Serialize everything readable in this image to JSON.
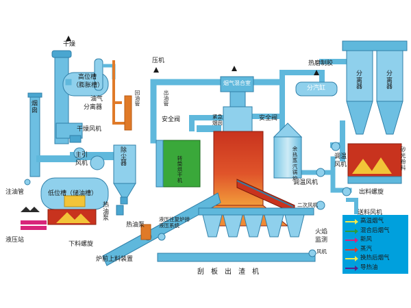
{
  "labels": {
    "dry_top": "干燥",
    "high_tank": "高位槽",
    "expansion_tank": "（膨胀槽）",
    "oil_gas_separator_a": "油气",
    "oil_gas_separator_b": "分离器",
    "dry_fan": "干燥风机",
    "chimney": "烟囱",
    "main_fan_a": "主引",
    "main_fan_b": "风机",
    "dust_collector": "除尘器",
    "low_tank": "低位槽（储油槽）",
    "oil_inlet_pipe": "注油管",
    "hydraulic_station": "液压站",
    "lower_screw": "下料螺旋",
    "hot_oil_pump_a": "热油泵",
    "hot_oil_pump_b": "热油泵",
    "front_feeder": "炉前上料装置",
    "hydraulic_system": "液压往复炉排液压系统",
    "dryer_vert": "转筒烘干机",
    "return_pipe": "回油管",
    "outlet_pipe": "出油管",
    "safety_valve_left": "安全阀",
    "compressor": "压机",
    "flue_gas_chamber": "烟气混合室",
    "emergency_flue": "紧急烟囱",
    "safety_valve_right": "安全阀",
    "waste_heat_boiler": "余热蒸汽锅炉",
    "hot_grind_cylinder": "热磨制胶",
    "steam_drum": "分汽缸",
    "separator_left": "分离器",
    "separator_right": "分离器",
    "temp_fan_a": "调温",
    "temp_fan_b": "风机",
    "temp_fan2": "调温风机",
    "sand_powder": "砂光粉料",
    "outlet_screw": "出料螺旋",
    "feed_fan": "送料风机",
    "secondary_fan": "二次风机",
    "flame_monitor_a": "火焰",
    "flame_monitor_b": "监测",
    "fan_small": "风机",
    "scraper": "刮　板　出　渣　机"
  },
  "legend": [
    {
      "label": "高温烟气",
      "color": "#f2ea4a"
    },
    {
      "label": "混合后烟气",
      "color": "#2e9a3a"
    },
    {
      "label": "新风",
      "color": "#d8257a"
    },
    {
      "label": "蒸汽",
      "color": "#e23b2a"
    },
    {
      "label": "换热后烟气",
      "color": "#f2ea4a"
    },
    {
      "label": "导热油",
      "color": "#5a1f8a"
    }
  ],
  "colors": {
    "pipe": "#5fb8dc",
    "pipe_edge": "#2f7fa8",
    "oil_pipe": "#e07a28",
    "furnace_red": "#c8331e",
    "furnace_orange": "#f08a34",
    "dryer_green": "#3aa83a",
    "sand": "#f2c438",
    "legend_bg": "#00a0dd"
  }
}
